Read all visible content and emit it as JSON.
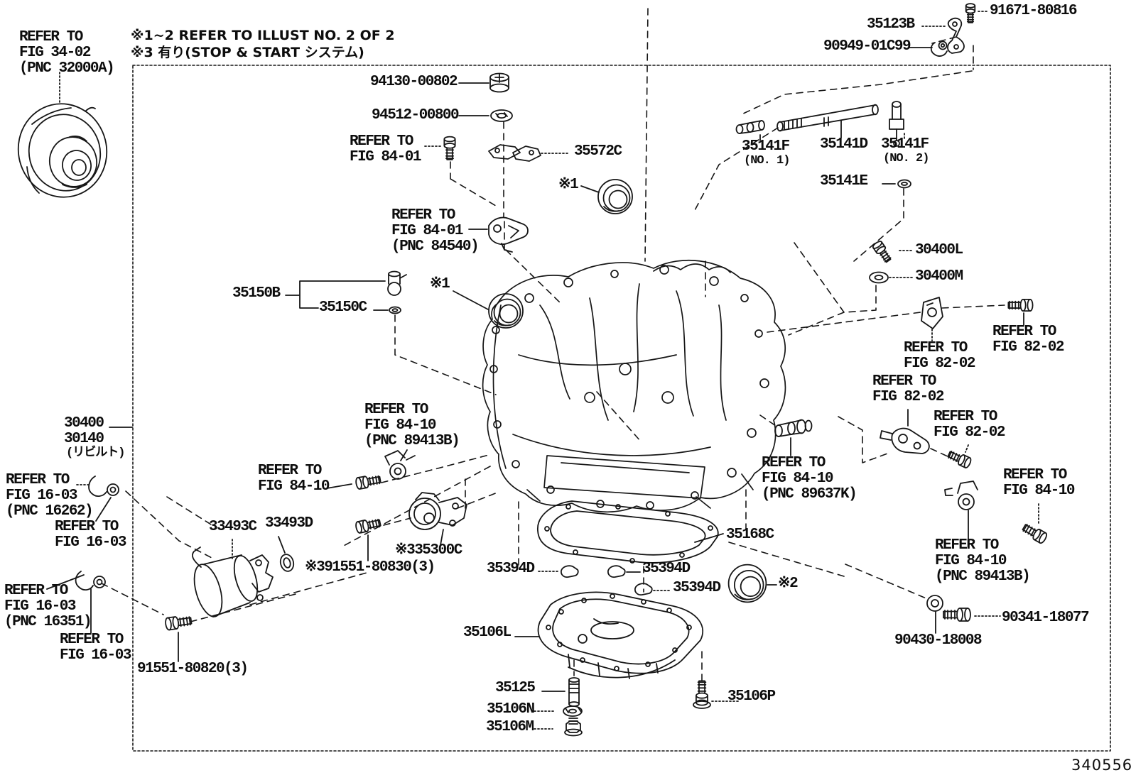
{
  "drawing": {
    "code": "340556"
  },
  "notes": [
    "※1~2 REFER TO ILLUST NO. 2 OF 2",
    "※3 有り(STOP & START システム)"
  ],
  "callouts": [
    {
      "name": "torque-converter-ref",
      "lines": [
        "REFER TO",
        "FIG 34-02",
        "(PNC 32000A)"
      ]
    },
    {
      "name": "p94130",
      "lines": [
        "94130-00802"
      ]
    },
    {
      "name": "p94512",
      "lines": [
        "94512-00800"
      ]
    },
    {
      "name": "ref-fig84-01-bolt",
      "lines": [
        "REFER TO",
        "FIG 84-01"
      ]
    },
    {
      "name": "p35572c",
      "lines": [
        "35572C"
      ]
    },
    {
      "name": "star1-top",
      "lines": [
        "※1"
      ]
    },
    {
      "name": "ref-fig84-01-lever",
      "lines": [
        "REFER TO",
        "FIG 84-01",
        "(PNC 84540)"
      ]
    },
    {
      "name": "p91671",
      "lines": [
        "91671-80816"
      ]
    },
    {
      "name": "p35123b",
      "lines": [
        "35123B"
      ]
    },
    {
      "name": "p90949",
      "lines": [
        "90949-01C99"
      ]
    },
    {
      "name": "p35141f-no1",
      "lines": [
        "35141F",
        "(NO. 1)"
      ]
    },
    {
      "name": "p35141d",
      "lines": [
        "35141D"
      ]
    },
    {
      "name": "p35141f-no2",
      "lines": [
        "35141F",
        "(NO. 2)"
      ]
    },
    {
      "name": "p35141e",
      "lines": [
        "35141E"
      ]
    },
    {
      "name": "p30400l",
      "lines": [
        "30400L"
      ]
    },
    {
      "name": "p30400m",
      "lines": [
        "30400M"
      ]
    },
    {
      "name": "ref-fig82-02-a",
      "lines": [
        "REFER TO",
        "FIG 82-02"
      ]
    },
    {
      "name": "ref-fig82-02-b",
      "lines": [
        "REFER TO",
        "FIG 82-02"
      ]
    },
    {
      "name": "ref-fig82-02-c",
      "lines": [
        "REFER TO",
        "FIG 82-02"
      ]
    },
    {
      "name": "ref-fig82-02-d",
      "lines": [
        "REFER TO",
        "FIG 82-02"
      ]
    },
    {
      "name": "ref-fig84-10-right",
      "lines": [
        "REFER TO",
        "FIG 84-10"
      ]
    },
    {
      "name": "ref-fig84-10-89637k",
      "lines": [
        "REFER TO",
        "FIG 84-10",
        "(PNC 89637K)"
      ]
    },
    {
      "name": "ref-fig84-10-89413b-right",
      "lines": [
        "REFER TO",
        "FIG 84-10",
        "(PNC 89413B)"
      ]
    },
    {
      "name": "p90341",
      "lines": [
        "90341-18077"
      ]
    },
    {
      "name": "p90430",
      "lines": [
        "90430-18008"
      ]
    },
    {
      "name": "p35168c",
      "lines": [
        "35168C"
      ]
    },
    {
      "name": "p35150b",
      "lines": [
        "35150B"
      ]
    },
    {
      "name": "p35150c",
      "lines": [
        "35150C"
      ]
    },
    {
      "name": "star1-seal",
      "lines": [
        "※1"
      ]
    },
    {
      "name": "ref-fig84-10-89413b-left",
      "lines": [
        "REFER TO",
        "FIG 84-10",
        "(PNC 89413B)"
      ]
    },
    {
      "name": "ref-fig84-10-left",
      "lines": [
        "REFER TO",
        "FIG 84-10"
      ]
    },
    {
      "name": "p30400",
      "lines": [
        "30400",
        "30140",
        "(リビルト)"
      ]
    },
    {
      "name": "ref-fig16-03-16262",
      "lines": [
        "REFER TO",
        "FIG 16-03",
        "(PNC 16262)"
      ]
    },
    {
      "name": "ref-fig16-03-b",
      "lines": [
        "REFER TO",
        "FIG 16-03"
      ]
    },
    {
      "name": "p33493c",
      "lines": [
        "33493C"
      ]
    },
    {
      "name": "p33493d",
      "lines": [
        "33493D"
      ]
    },
    {
      "name": "p35300c",
      "lines": [
        "※335300C"
      ]
    },
    {
      "name": "p91551-80830",
      "lines": [
        "※391551-80830(3)"
      ]
    },
    {
      "name": "ref-fig16-03-16351",
      "lines": [
        "REFER TO",
        "FIG 16-03",
        "(PNC 16351)"
      ]
    },
    {
      "name": "ref-fig16-03-d",
      "lines": [
        "REFER TO",
        "FIG 16-03"
      ]
    },
    {
      "name": "p91551-80820",
      "lines": [
        "91551-80820(3)"
      ]
    },
    {
      "name": "p35394d-1",
      "lines": [
        "35394D"
      ]
    },
    {
      "name": "p35394d-2",
      "lines": [
        "35394D"
      ]
    },
    {
      "name": "p35394d-3",
      "lines": [
        "35394D"
      ]
    },
    {
      "name": "star2",
      "lines": [
        "※2"
      ]
    },
    {
      "name": "p35106l",
      "lines": [
        "35106L"
      ]
    },
    {
      "name": "p35125",
      "lines": [
        "35125"
      ]
    },
    {
      "name": "p35106n",
      "lines": [
        "35106N"
      ]
    },
    {
      "name": "p35106m",
      "lines": [
        "35106M"
      ]
    },
    {
      "name": "p35106p",
      "lines": [
        "35106P"
      ]
    }
  ]
}
